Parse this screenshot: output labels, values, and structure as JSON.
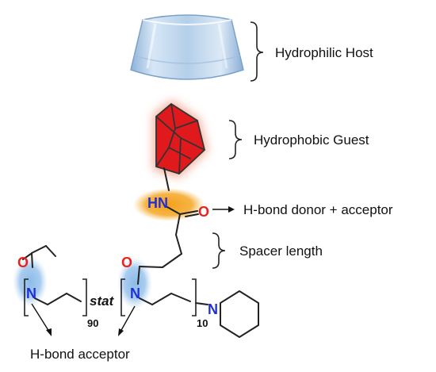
{
  "labels": {
    "host": "Hydrophilic Host",
    "guest": "Hydrophobic Guest",
    "hbond_donor_acceptor": "H-bond donor + acceptor",
    "spacer": "Spacer length",
    "hbond_acceptor": "H-bond acceptor"
  },
  "chem": {
    "hn": "HN",
    "o": "O",
    "n": "N",
    "stat": "stat",
    "sub_90": "90",
    "sub_10": "10"
  },
  "colors": {
    "oxygen": "#e8231f",
    "nitrogen": "#1f2fd6",
    "guest_fill": "#e0191c",
    "halo_orange": "#f2a23a",
    "halo_blue": "#7fb0e6",
    "host": "#bcd5ee"
  },
  "icons": {
    "host": "cyclodextrin-cup-icon",
    "guest": "adamantane-icon"
  }
}
